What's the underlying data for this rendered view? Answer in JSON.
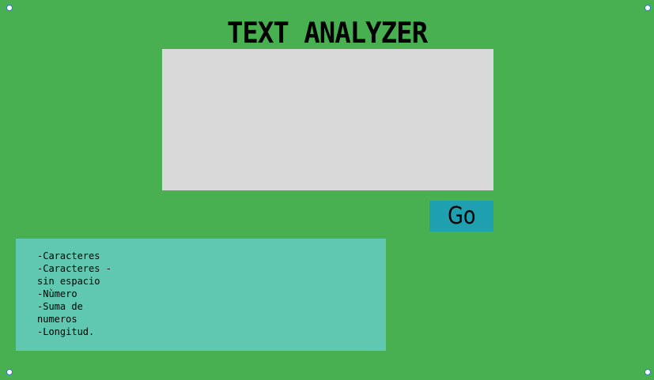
{
  "header": {
    "title": "TEXT ANALYZER"
  },
  "input": {
    "value": "",
    "placeholder": ""
  },
  "actions": {
    "go_label": "Go"
  },
  "results": {
    "lines": [
      "-Caracteres",
      "-Caracteres -",
      "sin espacio",
      "-Nùmero",
      "-Suma de",
      "numeros",
      "-Longitud."
    ]
  },
  "colors": {
    "background": "#48b050",
    "text_area": "#d9d9d9",
    "button": "#1fa0b0",
    "results_panel": "#60c8b0",
    "handle_border": "#2a7bd6"
  }
}
